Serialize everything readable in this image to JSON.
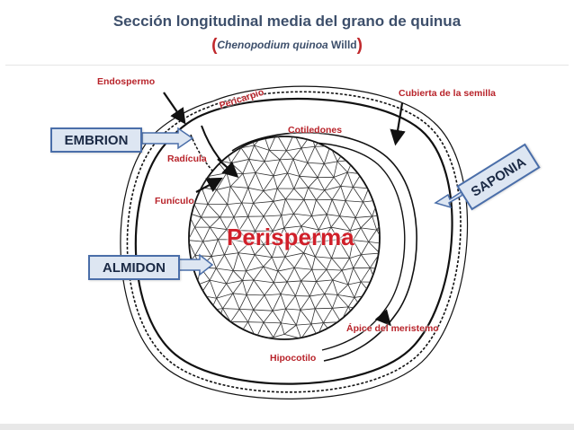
{
  "header": {
    "title": "Sección longitudinal media del grano de quinua",
    "subtitle_open": "(",
    "subtitle_species": "Chenopodium quinoa",
    "subtitle_author": " Willd",
    "subtitle_close": ")"
  },
  "labels": {
    "endospermo": "Endospermo",
    "pericarpio": "Pericarpio",
    "cubierta": "Cubierta de la semilla",
    "cotiledones": "Cotiledones",
    "radicula": "Radícula",
    "funiculo": "Funículo",
    "perisperma": "Perisperma",
    "apice": "Ápice del meristemo",
    "hipocotilo": "Hipocotilo"
  },
  "callouts": {
    "embrion": "EMBRION",
    "almidon": "ALMIDON",
    "saponia": "SAPONIA"
  },
  "colors": {
    "title": "#3d4f6b",
    "label_red": "#b8232a",
    "callout_fill": "#dde6f2",
    "callout_border": "#4a6ea9"
  }
}
